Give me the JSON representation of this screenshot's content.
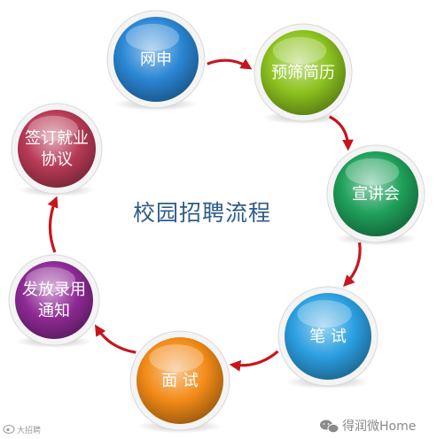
{
  "title": "校园招聘流程",
  "steps": [
    {
      "label": "网申",
      "color": "#2a86d4"
    },
    {
      "label": "预筛简历",
      "color": "#8cc21e"
    },
    {
      "label": "宣讲会",
      "color": "#1fa05a"
    },
    {
      "label": "笔 试",
      "color": "#2b9fe0"
    },
    {
      "label": "面 试",
      "color": "#f28a17"
    },
    {
      "label": "发放录用|通知",
      "color": "#8e2a95"
    },
    {
      "label": "签订就业|协议",
      "color": "#b83a55"
    }
  ],
  "arrow_color": "#c8151c",
  "watermark_left": "大招聘",
  "watermark_right": "得润微Home"
}
